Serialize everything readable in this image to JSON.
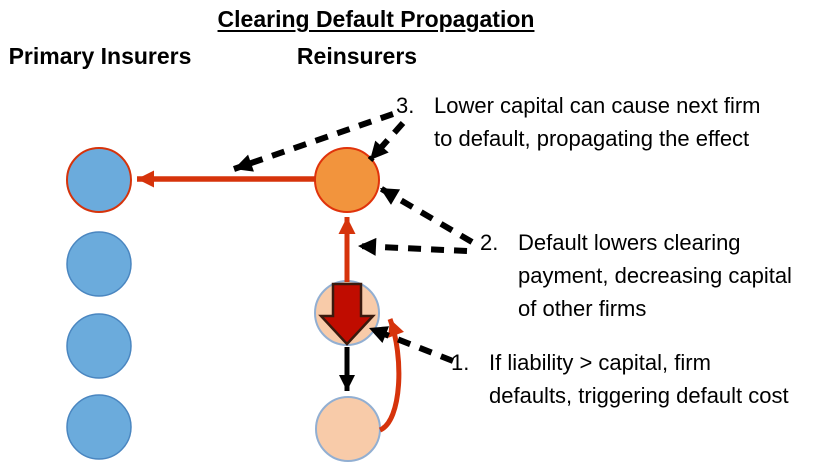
{
  "title": "Clearing Default Propagation",
  "labels": {
    "primary_insurers": "Primary Insurers",
    "reinsurers": "Reinsurers"
  },
  "annotations": [
    {
      "number": "1.",
      "lines": [
        "If liability > capital, firm",
        "defaults, triggering default cost"
      ]
    },
    {
      "number": "2.",
      "lines": [
        "Default lowers clearing",
        "payment, decreasing capital",
        "of other firms"
      ]
    },
    {
      "number": "3.",
      "lines": [
        "Lower capital can cause next firm",
        "to default, propagating the effect"
      ]
    }
  ],
  "colors": {
    "primary_insurer_fill": "#6BABDC",
    "primary_insurer_stroke": "#4A86C0",
    "defaulting_reinsurer_fill": "#F2943D",
    "reinsurer_fill": "#F8CBA9",
    "reinsurer_stroke": "#92AFD2",
    "red_accent": "#D6330B",
    "default_block_fill": "#C00C00",
    "default_block_stroke": "#3A1A0E",
    "dashed_pointer": "#000000"
  }
}
